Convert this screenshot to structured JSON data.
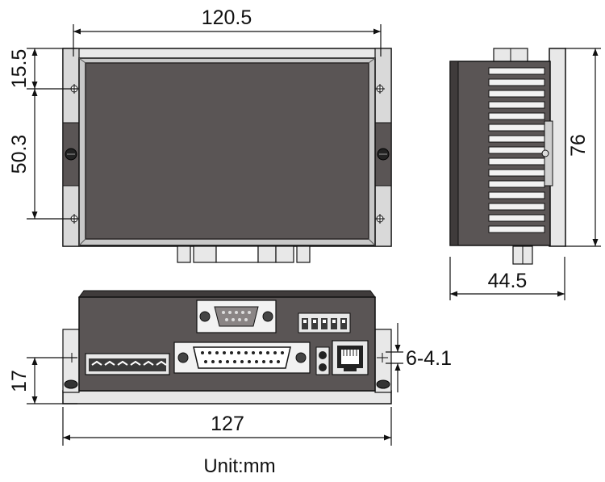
{
  "dimensions": {
    "top_width": "120.5",
    "top_margin": "15.5",
    "hole_spacing": "50.3",
    "side_height": "76",
    "side_depth": "44.5",
    "mount_height": "17",
    "base_width": "127",
    "hole_spec": "6-4.1"
  },
  "unit_label": "Unit:mm",
  "colors": {
    "body": "#5a5555",
    "body_edge": "#2a2727",
    "plate": "#e6e6e6",
    "line": "#111111"
  }
}
